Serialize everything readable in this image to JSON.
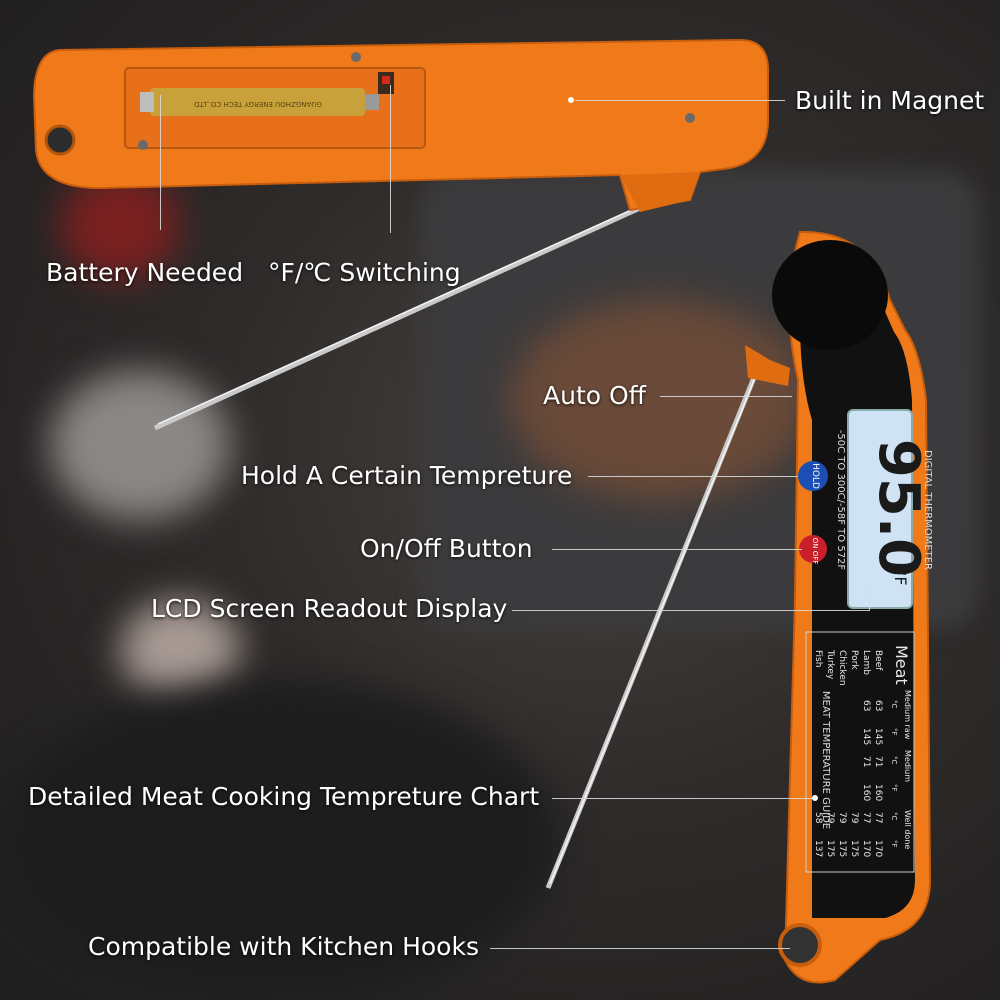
{
  "labels": {
    "built_in_magnet": "Built in Magnet",
    "battery_needed": "Battery Needed",
    "unit_switching": "°F/℃ Switching",
    "auto_off": "Auto Off",
    "hold_temperature": "Hold A Certain Tempreture",
    "on_off_button": "On/Off  Button",
    "lcd_display": "LCD Screen Readout Display",
    "meat_chart": "Detailed Meat Cooking Tempreture Chart",
    "kitchen_hooks": "Compatible with Kitchen Hooks"
  },
  "device": {
    "battery_text": "GUANGZHOU ENERGY TECH CO.,LTD",
    "brand_text": "DIGITAL THERMOMETER",
    "range_text": "-50C TO 300C/-58F TO 572F",
    "lcd_value": "95.0",
    "lcd_unit": "°F",
    "hold_button": "HOLD",
    "on_off_label": "ON OFF",
    "chart_title": "Meat",
    "chart_columns": [
      "Medium raw",
      "Medium",
      "Well done"
    ],
    "chart_unit_row": [
      "°C",
      "°F",
      "°C",
      "°F",
      "°C",
      "°F"
    ],
    "chart_rows": [
      {
        "name": "Beef",
        "values": [
          "63",
          "145",
          "71",
          "160",
          "77",
          "170"
        ]
      },
      {
        "name": "Lamb",
        "values": [
          "63",
          "145",
          "71",
          "160",
          "77",
          "170"
        ]
      },
      {
        "name": "Pork",
        "values": [
          "",
          "",
          "",
          "",
          "79",
          "175"
        ]
      },
      {
        "name": "Chicken",
        "values": [
          "",
          "",
          "",
          "",
          "79",
          "175"
        ]
      },
      {
        "name": "Turkey",
        "values": [
          "",
          "",
          "",
          "",
          "79",
          "175"
        ]
      },
      {
        "name": "Fish",
        "values": [
          "",
          "",
          "",
          "",
          "58",
          "137"
        ]
      }
    ],
    "guide_text": "MEAT TEMPERATURE GUIDE"
  },
  "colors": {
    "body_orange": "#f07a1a",
    "face_black": "#111111",
    "lcd_blue": "#cfe3f5",
    "hold_blue": "#1b4fb3",
    "power_red": "#c8202a"
  }
}
